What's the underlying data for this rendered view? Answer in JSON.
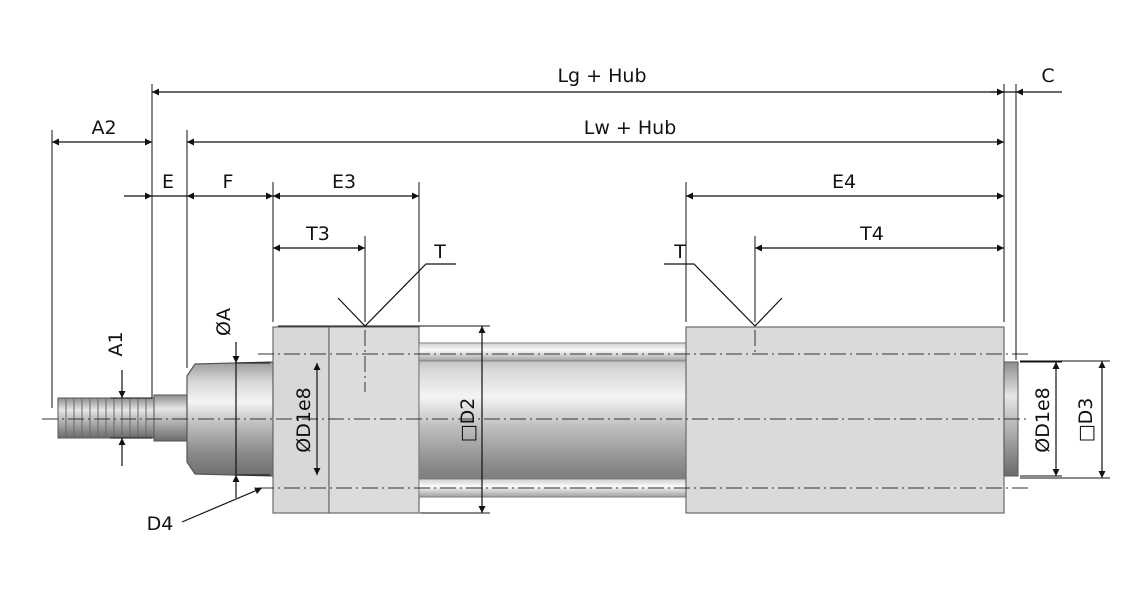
{
  "labels": {
    "lg_hub": "Lg + Hub",
    "lw_hub": "Lw + Hub",
    "c": "C",
    "a2": "A2",
    "e": "E",
    "f": "F",
    "e3": "E3",
    "e4": "E4",
    "t3": "T3",
    "t4": "T4",
    "t_left": "T",
    "t_right": "T",
    "a1": "A1",
    "diam_a": "ØA",
    "diam_d1e8_left": "ØD1e8",
    "square_d2": "□D2",
    "diam_d1e8_right": "ØD1e8",
    "square_d3": "□D3",
    "d4": "D4"
  }
}
